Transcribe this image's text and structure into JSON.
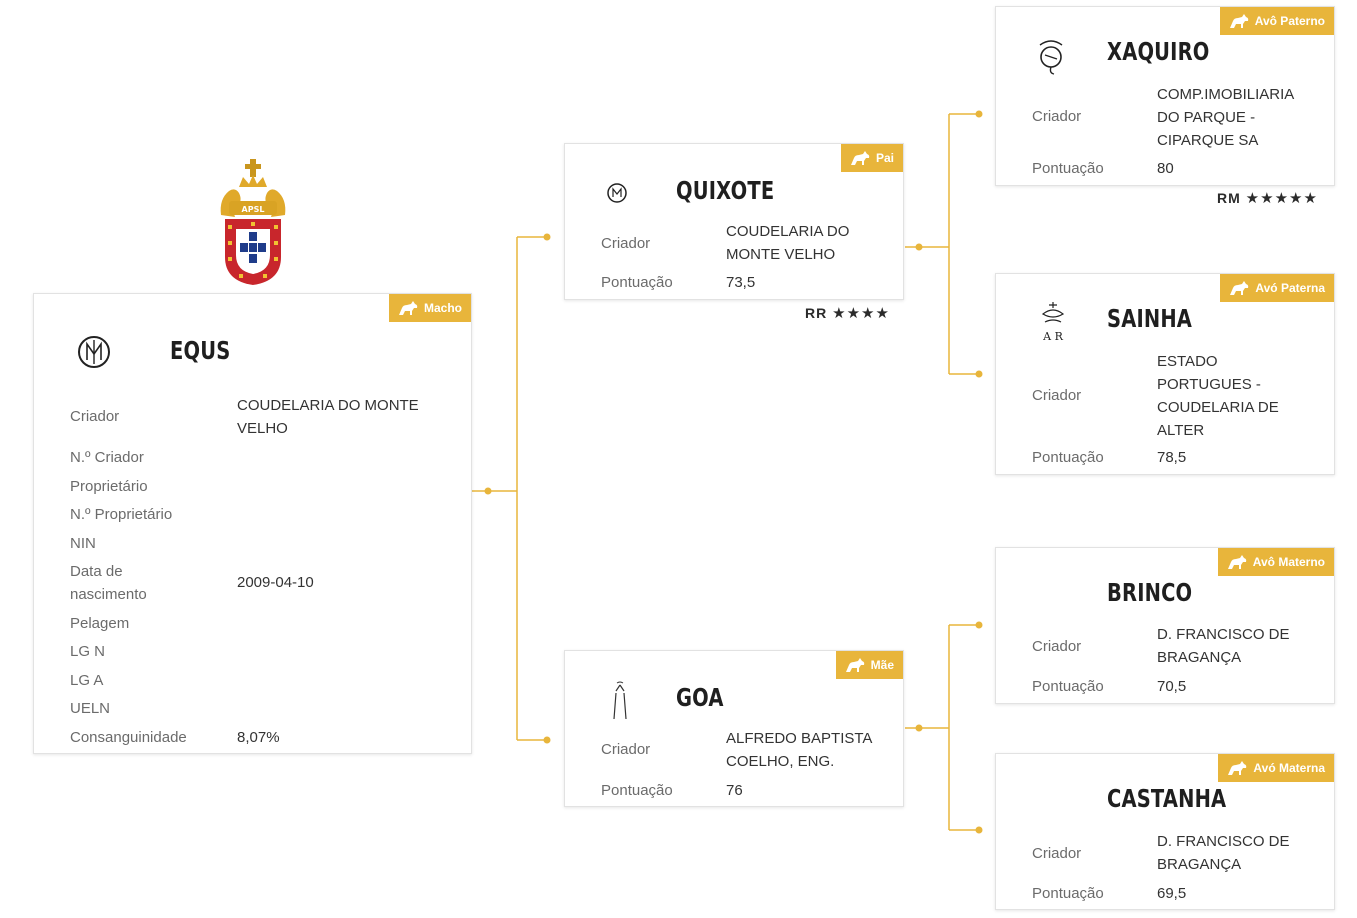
{
  "colors": {
    "accent": "#e8b53b",
    "line": "#e8b53b",
    "name": "#1f1f1f"
  },
  "crest": {
    "text": "APSL"
  },
  "main": {
    "badge": "Macho",
    "name": "EQUS",
    "fields": [
      {
        "label": "Criador",
        "value": "COUDELARIA DO MONTE VELHO"
      },
      {
        "label": "N.º Criador",
        "value": ""
      },
      {
        "label": "Proprietário",
        "value": ""
      },
      {
        "label": "N.º Proprietário",
        "value": ""
      },
      {
        "label": "NIN",
        "value": ""
      },
      {
        "label": "Data de nascimento",
        "value": "2009-04-10"
      },
      {
        "label": "Pelagem",
        "value": ""
      },
      {
        "label": "LG N",
        "value": ""
      },
      {
        "label": "LG A",
        "value": ""
      },
      {
        "label": "UELN",
        "value": ""
      },
      {
        "label": "Consanguinidade",
        "value": "8,07%"
      }
    ]
  },
  "sire": {
    "badge": "Pai",
    "name": "QUIXOTE",
    "criador_label": "Criador",
    "criador": "COUDELARIA DO MONTE VELHO",
    "pontuacao_label": "Pontuação",
    "pontuacao": "73,5",
    "rating": "RR",
    "stars": "★★★★"
  },
  "dam": {
    "badge": "Mãe",
    "name": "GOA",
    "criador_label": "Criador",
    "criador": "ALFREDO BAPTISTA COELHO, ENG.",
    "pontuacao_label": "Pontuação",
    "pontuacao": "76"
  },
  "pgs": {
    "badge": "Avô Paterno",
    "name": "XAQUIRO",
    "criador_label": "Criador",
    "criador": "COMP.IMOBILIARIA DO PARQUE - CIPARQUE SA",
    "pontuacao_label": "Pontuação",
    "pontuacao": "80",
    "rating": "RM",
    "stars": "★★★★★"
  },
  "pgd": {
    "badge": "Avó Paterna",
    "name": "SAINHA",
    "brand_text": "A R",
    "criador_label": "Criador",
    "criador": "ESTADO PORTUGUES - COUDELARIA DE ALTER",
    "pontuacao_label": "Pontuação",
    "pontuacao": "78,5"
  },
  "mgs": {
    "badge": "Avô Materno",
    "name": "BRINCO",
    "criador_label": "Criador",
    "criador": "D. FRANCISCO DE BRAGANÇA",
    "pontuacao_label": "Pontuação",
    "pontuacao": "70,5"
  },
  "mgd": {
    "badge": "Avó Materna",
    "name": "CASTANHA",
    "criador_label": "Criador",
    "criador": "D. FRANCISCO DE BRAGANÇA",
    "pontuacao_label": "Pontuação",
    "pontuacao": "69,5"
  }
}
